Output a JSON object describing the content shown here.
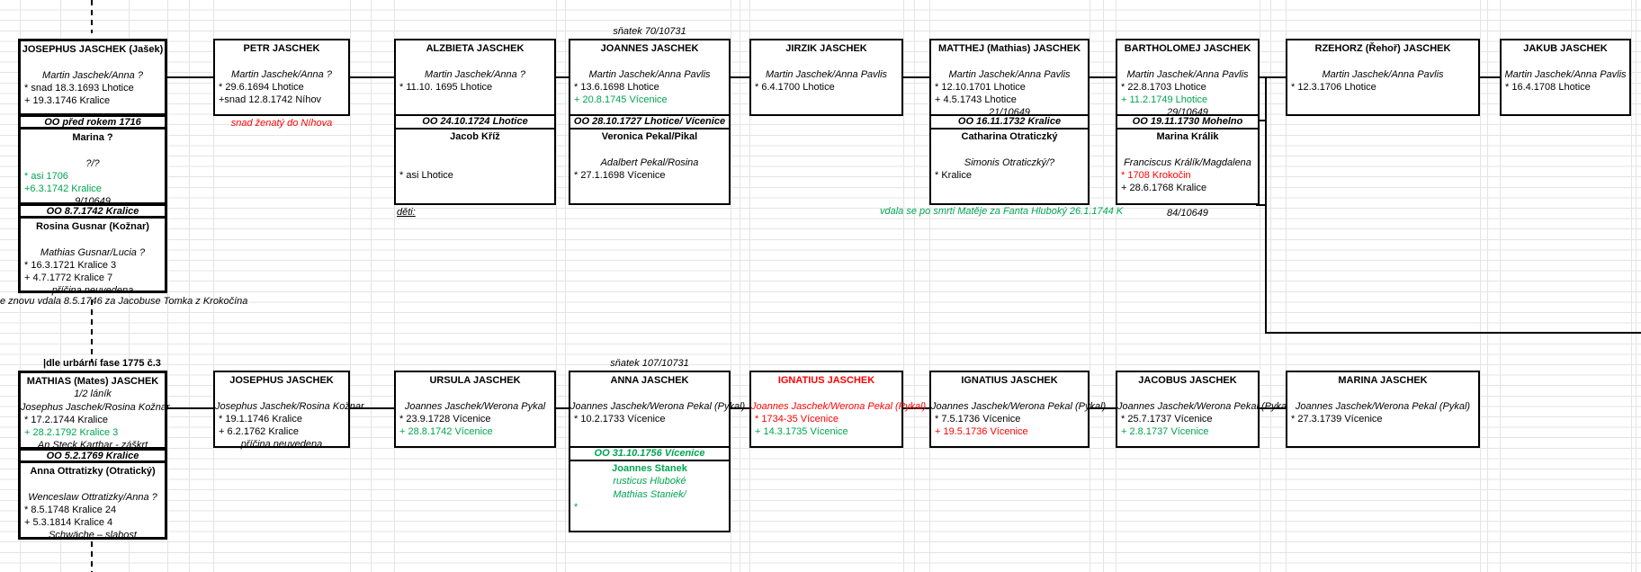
{
  "palette": {
    "green": "#00A551",
    "red": "#FF0000",
    "line": "#000000",
    "grid": "#E4E4E4"
  },
  "annotations": {
    "marriage_ref_top": "sňatek 70/10731",
    "marriage_ref_bottom": "sňatek 107/10731",
    "petr_note": "snad ženatý do Níhova",
    "deti_label": "děti:",
    "catharina_note": "vdala se po smrti Matěje za Fanta Hluboký 26.1.1744 K",
    "bartholomej_archive_ref": "84/10649",
    "rosina_note": "e znovu vdala 8.5.1746 za Jacobuse Tomka z Krokočína",
    "mathias_note": "|dle urbární fase 1775 č.3"
  },
  "generation1": [
    {
      "title": "JOSEPHUS JASCHEK (Jašek)",
      "parents": "Martin Jaschek/Anna ?",
      "birth": "* snad 18.3.1693 Lhotice",
      "death": "+  19.3.1746 Kralice",
      "m1": "OO před rokem 1716",
      "wife1": {
        "name": "Marina ?",
        "parents": "?/?",
        "birth": "* asi 1706",
        "death": "+6.3.1742 Kralice",
        "ref": "9/10649"
      },
      "m2": "OO 8.7.1742 Kralice",
      "wife2": {
        "name": "Rosina Gusnar (Kožnar)",
        "parents": "Mathias Gusnar/Lucia ?",
        "birth": "* 16.3.1721 Kralice 3",
        "death": "+ 4.7.1772 Kralice 7",
        "cause": "příčina neuvedena"
      }
    },
    {
      "title": "PETR JASCHEK",
      "parents": "Martin Jaschek/Anna ?",
      "birth": "* 29.6.1694 Lhotice",
      "death": "+snad 12.8.1742 Níhov"
    },
    {
      "title": "ALZBIETA JASCHEK",
      "parents": "Martin Jaschek/Anna ?",
      "birth": "* 11.10. 1695 Lhotice",
      "m": "OO 24.10.1724 Lhotice",
      "spouse": {
        "name": "Jacob Kříž",
        "birth": "* asi Lhotice"
      }
    },
    {
      "title": "JOANNES JASCHEK",
      "parents": "Martin Jaschek/Anna Pavlis",
      "birth": "* 13.6.1698 Lhotice",
      "death": "+ 20.8.1745 Vícenice",
      "m": "OO 28.10.1727 Lhotice/ Vícenice",
      "spouse": {
        "name": "Veronica Pekal/Pikal",
        "parents": "Adalbert Pekal/Rosina",
        "birth": "* 27.1.1698 Vícenice"
      }
    },
    {
      "title": "JIRZIK JASCHEK",
      "parents": "Martin Jaschek/Anna Pavlis",
      "birth": "* 6.4.1700 Lhotice"
    },
    {
      "title": "MATTHEJ (Mathias) JASCHEK",
      "parents": "Martin Jaschek/Anna Pavlis",
      "birth": "* 12.10.1701 Lhotice",
      "death": "+ 4.5.1743 Lhotice",
      "ref": "21/10649",
      "m": "OO 16.11.1732 Kralice",
      "spouse": {
        "name": "Catharina Otraticzký",
        "parents": "Simonis Otraticzký/?",
        "birth": "* Kralice"
      }
    },
    {
      "title": "BARTHOLOMEJ JASCHEK",
      "parents": "Martin Jaschek/Anna Pavlis",
      "birth": "* 22.8.1703 Lhotice",
      "death": "+ 11.2.1749 Lhotice",
      "ref": "29/10649",
      "m": "OO 19.11.1730 Mohelno",
      "spouse": {
        "name": "Marina Králik",
        "parents": "Franciscus Králík/Magdalena",
        "birth": "* 1708 Krokočin",
        "death": "+ 28.6.1768 Kralice"
      }
    },
    {
      "title": "RZEHORZ (Řehoř) JASCHEK",
      "parents": "Martin Jaschek/Anna Pavlis",
      "birth": "* 12.3.1706 Lhotice"
    },
    {
      "title": "JAKUB JASCHEK",
      "parents": "Martin Jaschek/Anna Pavlis",
      "birth": "* 16.4.1708 Lhotice"
    }
  ],
  "generation2": [
    {
      "title": "MATHIAS (Mates) JASCHEK",
      "subtitle": "1/2 láník",
      "parents": "Josephus Jaschek/Rosina Kožnar",
      "birth": "* 17.2.1744 Kralice",
      "death": "+ 28.2.1792 Kralice 3",
      "cause": "An Steck Karthar - záškrt",
      "m": "OO 5.2.1769 Kralice",
      "wife": {
        "name": "Anna Ottratizky (Otratický)",
        "parents": "Wenceslaw Ottratizky/Anna ?",
        "birth": "* 8.5.1748 Kralice 24",
        "death": "+ 5.3.1814 Kralice 4",
        "cause": "Schwäche – slabost"
      }
    },
    {
      "title": "JOSEPHUS JASCHEK",
      "parents": "Josephus Jaschek/Rosina Kožnar",
      "birth": "* 19.1.1746 Kralice",
      "death": "+ 6.2.1762 Kralice",
      "cause": "příčina neuvedena"
    },
    {
      "title": "URSULA JASCHEK",
      "parents": "Joannes Jaschek/Werona Pykal",
      "birth": "* 23.9.1728 Vícenice",
      "death": "+ 28.8.1742 Vícenice"
    },
    {
      "title": "ANNA JASCHEK",
      "parents": "Joannes Jaschek/Werona Pekal (Pykal)",
      "birth": "* 10.2.1733 Vícenice",
      "m": "OO 31.10.1756 Vícenice",
      "spouse": {
        "name": "Joannes Stanek",
        "origin": "rusticus Hluboké",
        "parents": "Mathias Staniek/",
        "mark": "*"
      }
    },
    {
      "title": "IGNATIUS JASCHEK",
      "parents": "Joannes Jaschek/Werona Pekal (Pykal)",
      "birth": "* 1734-35 Vícenice",
      "death": "+ 14.3.1735 Vícenice"
    },
    {
      "title": "IGNATIUS JASCHEK",
      "parents": "Joannes Jaschek/Werona Pekal (Pykal)",
      "birth": "* 7.5.1736 Vícenice",
      "death": "+ 19.5.1736 Vícenice"
    },
    {
      "title": "JACOBUS JASCHEK",
      "parents": "Joannes Jaschek/Werona Pekal (Pykal)",
      "birth": "* 25.7.1737 Vícenice",
      "death": "+ 2.8.1737 Vícenice"
    },
    {
      "title": "MARINA JASCHEK",
      "parents": "Joannes Jaschek/Werona Pekal (Pykal)",
      "birth": "* 27.3.1739 Vícenice"
    }
  ]
}
